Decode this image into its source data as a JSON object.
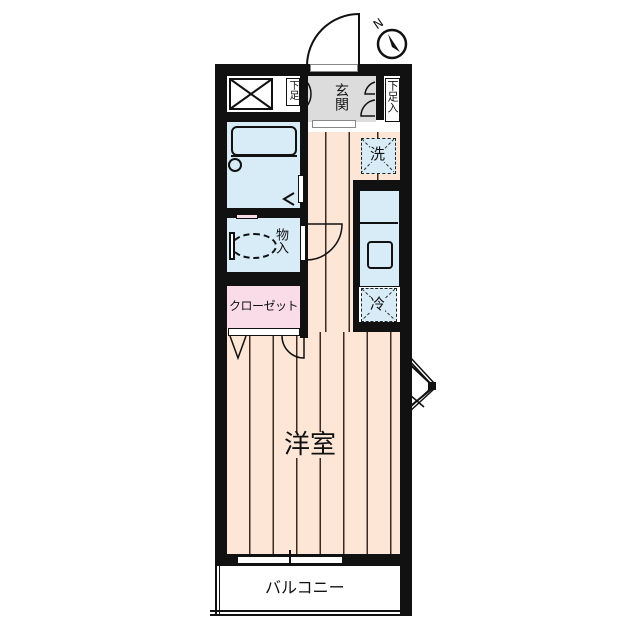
{
  "floor_plan": {
    "rooms": {
      "western_room": {
        "label": "洋室"
      },
      "balcony": {
        "label": "バルコニー"
      },
      "closet": {
        "label": "クローゼット"
      },
      "storage": {
        "label": "物入"
      },
      "entrance": {
        "label": "玄関"
      },
      "shoe_box_left": {
        "label": "下足"
      },
      "shoe_box_right": {
        "label": "下足入"
      },
      "washer": {
        "label": "洗"
      },
      "fridge": {
        "label": "冷"
      }
    },
    "compass": {
      "label": "N"
    },
    "colors": {
      "wall": "#111111",
      "floor": "#fde6d6",
      "wet_area": "#d8ecf8",
      "closet": "#f9dce8",
      "entrance": "#dcdcdc"
    }
  }
}
